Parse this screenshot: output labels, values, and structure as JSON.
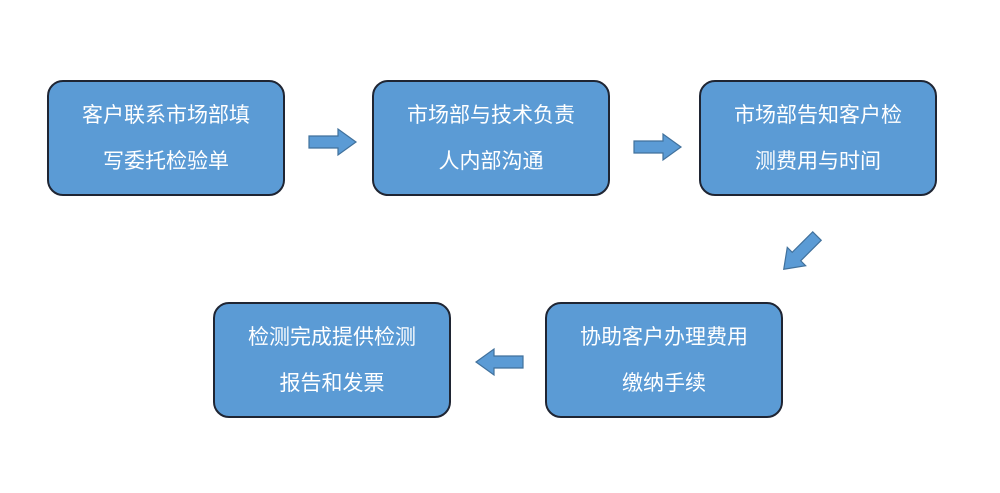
{
  "steps": [
    {
      "id": "s1",
      "lines": [
        "客户联系市场部填",
        "写委托检验单"
      ]
    },
    {
      "id": "s2",
      "lines": [
        "市场部与技术负责",
        "人内部沟通"
      ]
    },
    {
      "id": "s3",
      "lines": [
        "市场部告知客户检",
        "测费用与时间"
      ]
    },
    {
      "id": "s4",
      "lines": [
        "协助客户办理费用",
        "缴纳手续"
      ]
    },
    {
      "id": "s5",
      "lines": [
        "检测完成提供检测",
        "报告和发票"
      ]
    }
  ],
  "flow": [
    {
      "from": "s1",
      "to": "s2",
      "direction": "right"
    },
    {
      "from": "s2",
      "to": "s3",
      "direction": "right"
    },
    {
      "from": "s3",
      "to": "s4",
      "direction": "down-left"
    },
    {
      "from": "s4",
      "to": "s5",
      "direction": "left"
    }
  ],
  "colors": {
    "box_fill": "#5b9bd5",
    "box_border": "#1f2533",
    "text": "#ffffff",
    "arrow_fill": "#5b9bd5",
    "arrow_stroke": "#41719c"
  }
}
